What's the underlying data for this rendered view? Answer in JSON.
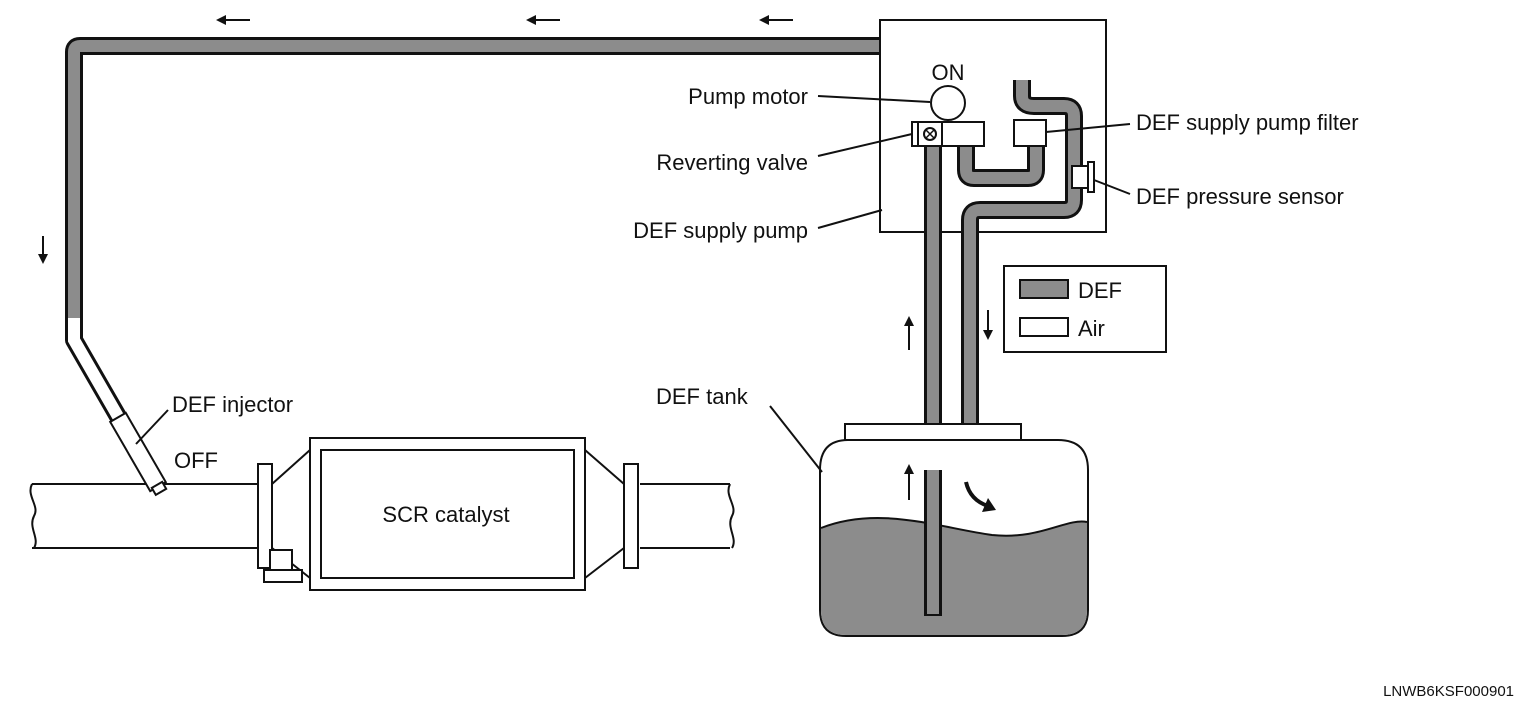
{
  "labels": {
    "pump_motor": "Pump motor",
    "pump_state": "ON",
    "reverting_valve": "Reverting valve",
    "def_supply_pump": "DEF supply pump",
    "def_supply_pump_filter": "DEF supply pump filter",
    "def_pressure_sensor": "DEF pressure sensor",
    "def_tank": "DEF tank",
    "def_injector": "DEF injector",
    "injector_state": "OFF",
    "scr_catalyst": "SCR catalyst"
  },
  "legend": {
    "items": [
      {
        "label": "DEF",
        "color": "#8c8c8c"
      },
      {
        "label": "Air",
        "color": "#ffffff"
      }
    ]
  },
  "image_code": "LNWB6KSF000901",
  "colors": {
    "def_fluid": "#8c8c8c",
    "air": "#ffffff",
    "line": "#111111"
  }
}
